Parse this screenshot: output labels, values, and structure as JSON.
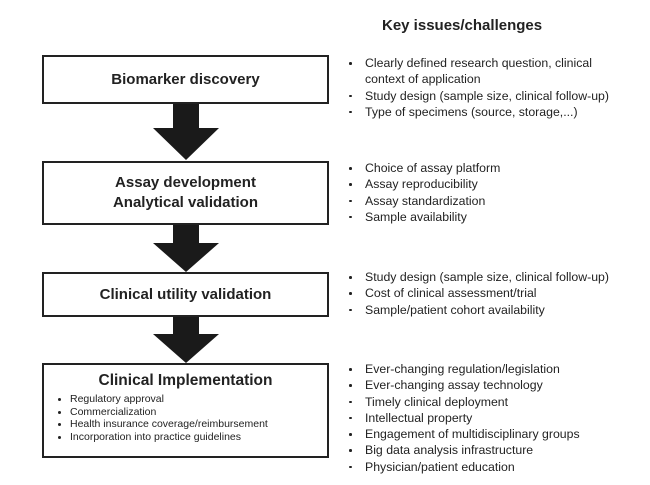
{
  "heading": "Key issues/challenges",
  "stages": [
    {
      "title_lines": [
        "Biomarker discovery"
      ]
    },
    {
      "title_lines": [
        "Assay development",
        "Analytical validation"
      ]
    },
    {
      "title_lines": [
        "Clinical utility validation"
      ]
    },
    {
      "title_lines": [
        "Clinical Implementation"
      ],
      "subitems": [
        "Regulatory approval",
        "Commercialization",
        "Health insurance coverage/reimbursement",
        "Incorporation into practice guidelines"
      ]
    }
  ],
  "issue_groups": [
    [
      "Clearly defined research question, clinical",
      "context of application",
      "Study design (sample size, clinical follow-up)",
      "Type of specimens (source, storage,...)"
    ],
    [
      "Choice of assay platform",
      "Assay reproducibility",
      "Assay standardization",
      "Sample availability"
    ],
    [
      "Study design (sample size, clinical follow-up)",
      "Cost of clinical assessment/trial",
      "Sample/patient cohort availability"
    ],
    [
      "Ever-changing regulation/legislation",
      "Ever-changing assay technology",
      "Timely clinical deployment",
      "Intellectual property",
      "Engagement of multidisciplinary groups",
      "Big data analysis infrastructure",
      "Physician/patient education"
    ]
  ],
  "colors": {
    "line": "#222222",
    "arrow": "#1a1a1a",
    "background": "#ffffff"
  }
}
